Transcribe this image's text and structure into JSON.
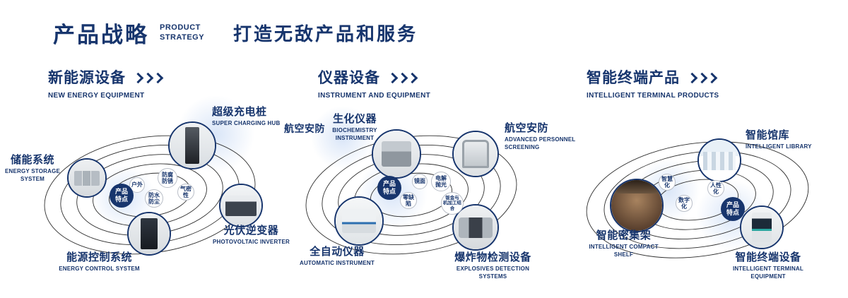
{
  "header": {
    "title": "产品战略",
    "subtitle_line1": "PRODUCT",
    "subtitle_line2": "STRATEGY",
    "tagline": "打造无敌产品和服务"
  },
  "colors": {
    "navy": "#17356d",
    "ring": "#2f2f2f"
  },
  "sections": [
    {
      "title": "新能源设备",
      "subtitle": "NEW ENERGY EQUIPMENT",
      "badge": "产品\n特点",
      "tags": [
        "户外",
        "防腐\n防锈",
        "气密性",
        "防水\n防尘"
      ],
      "nodes": [
        {
          "label": "超级充电桩",
          "sublabel": "SUPER CHARGING HUB"
        },
        {
          "label": "储能系统",
          "sublabel": "ENERGY STORAGE SYSTEM"
        },
        {
          "label": "光伏逆变器",
          "sublabel": "PHOTOVOLTAIC INVERTER"
        },
        {
          "label": "能源控制系统",
          "sublabel": "ENERGY CONTROL SYSTEM"
        }
      ]
    },
    {
      "title": "仪器设备",
      "subtitle": "INSTRUMENT AND EQUIPMENT",
      "badge": "产品\n特点",
      "extra_label": "航空安防",
      "tags": [
        "镜面",
        "电解\n抛光",
        "零缺陷",
        "钣金与\n机加工结合"
      ],
      "nodes": [
        {
          "label": "生化仪器",
          "sublabel": "BIOCHEMISTRY INSTRUMENT"
        },
        {
          "label": "航空安防",
          "sublabel": "ADVANCED PERSONNEL SCREENING"
        },
        {
          "label": "全自动仪器",
          "sublabel": "AUTOMATIC INSTRUMENT"
        },
        {
          "label": "爆炸物检测设备",
          "sublabel": "EXPLOSIVES DETECTION SYSTEMS"
        }
      ]
    },
    {
      "title": "智能终端产品",
      "subtitle": "INTELLIGENT TERMINAL PRODUCTS",
      "badge": "产品\n特点",
      "tags": [
        "智慧化",
        "人性化",
        "数字化"
      ],
      "nodes": [
        {
          "label": "智能馆库",
          "sublabel": "INTELLIGENT LIBRARY"
        },
        {
          "label": "智能密集架",
          "sublabel": "INTELLIGENT COMPACT SHELF"
        },
        {
          "label": "智能终端设备",
          "sublabel": "INTELLIGENT TERMINAL EQUIPMENT"
        }
      ]
    }
  ]
}
